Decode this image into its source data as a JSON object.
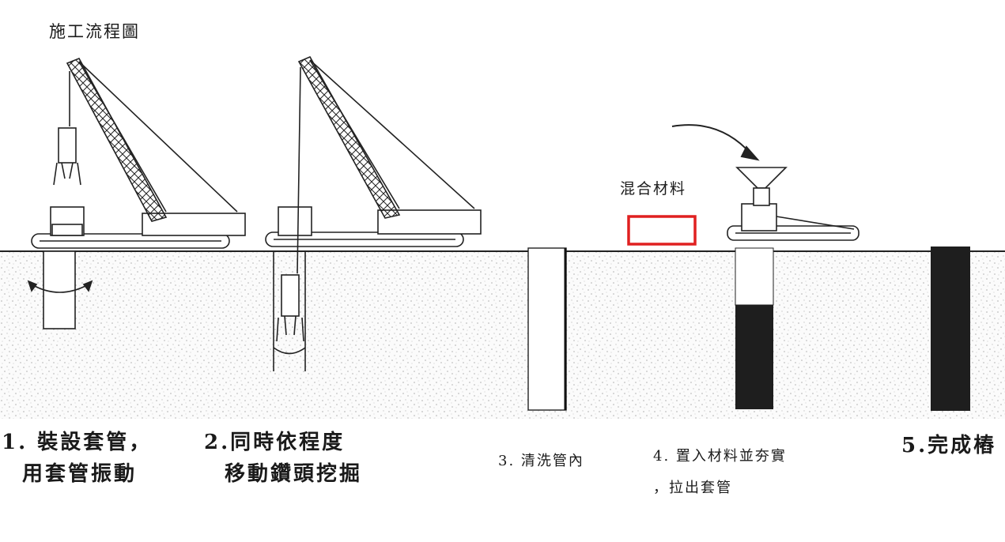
{
  "title": "施工流程圖",
  "mix_label": "混合材料",
  "steps": [
    {
      "line1": "1. 裝設套管，",
      "line2": "用套管振動"
    },
    {
      "line1": "2.同時依程度",
      "line2": "移動鑽頭挖掘"
    },
    {
      "line1": "3. 清洗管內",
      "line2": ""
    },
    {
      "line1": "4. 置入材料並夯實",
      "line2": "，拉出套管"
    },
    {
      "line1": "5.完成樁",
      "line2": ""
    }
  ],
  "colors": {
    "ground_speckle": "#b8b8b8",
    "pile": "#1e1e1e",
    "highlight_box": "#e02020",
    "line": "#222222"
  }
}
